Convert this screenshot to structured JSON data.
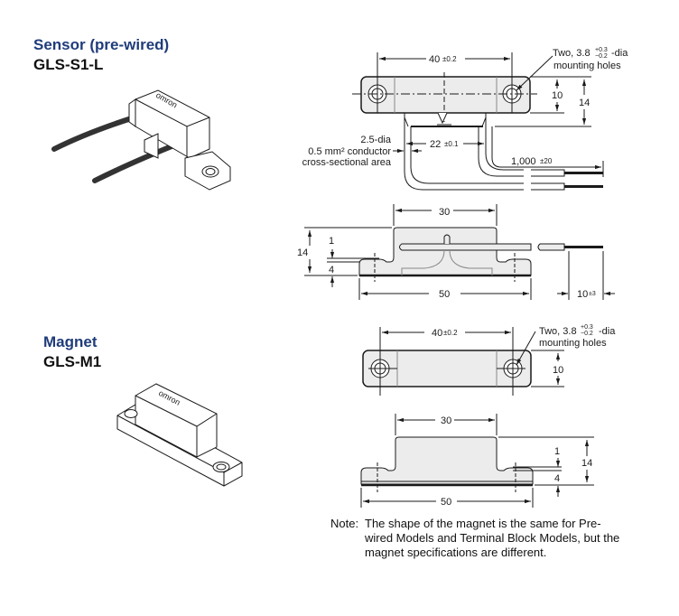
{
  "sensor": {
    "title": "Sensor (pre-wired)",
    "model": "GLS-S1-L",
    "logo_text": "omron",
    "top_view": {
      "hole_pitch": "40",
      "hole_pitch_tol": "±0.2",
      "holes_note_prefix": "Two, 3.8",
      "holes_tol_plus": "+0.3",
      "holes_tol_minus": "−0.2",
      "holes_note_suffix": "-dia",
      "holes_note_line2": "mounting holes",
      "dim_10": "10",
      "dim_14": "14",
      "cable_pitch": "22",
      "cable_pitch_tol": "±0.1",
      "cable_line1": "2.5-dia",
      "cable_line2": "0.5 mm² conductor",
      "cable_line3": "cross-sectional area",
      "cable_length": "1,000",
      "cable_length_tol": "±20"
    },
    "side_view": {
      "dim_30": "30",
      "dim_14": "14",
      "dim_1": "1",
      "dim_4": "4",
      "dim_50": "50",
      "strip": "10",
      "strip_tol": "±3"
    }
  },
  "magnet": {
    "title": "Magnet",
    "model": "GLS-M1",
    "logo_text": "omron",
    "top_view": {
      "hole_pitch": "40",
      "hole_pitch_tol": "±0.2",
      "holes_note_prefix": "Two, 3.8",
      "holes_tol_plus": "+0.3",
      "holes_tol_minus": "−0.2",
      "holes_note_suffix": "-dia",
      "holes_note_line2": "mounting holes",
      "dim_10": "10"
    },
    "side_view": {
      "dim_30": "30",
      "dim_14": "14",
      "dim_1": "1",
      "dim_4": "4",
      "dim_50": "50"
    }
  },
  "note": {
    "label": "Note:",
    "text": "The shape of the magnet is the same for Pre-wired Models and Terminal Block Models, but the magnet specifications are different."
  },
  "colors": {
    "heading": "#1f3c7a",
    "body_fill": "#ececec",
    "line": "#1a1a1a"
  }
}
